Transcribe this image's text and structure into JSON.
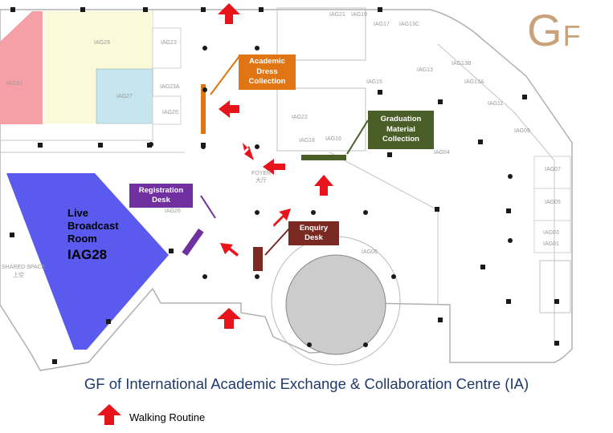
{
  "corner_mark": {
    "big": "G",
    "small": "F"
  },
  "title": "GF of International Academic Exchange & Collaboration Centre (IA)",
  "legend": {
    "label": "Walking Routine",
    "icon": "red-arrow-icon"
  },
  "broadcast_room": {
    "line1": "Live",
    "line2": "Broadcast",
    "line3": "Room",
    "code": "IAG28"
  },
  "callouts": {
    "academic_dress": "Academic\nDress\nCollection",
    "graduation_material": "Graduation\nMaterial\nCollection",
    "registration": "Registration\nDesk",
    "enquiry": "Enquiry\nDesk"
  },
  "colors": {
    "academic_dress": "#e07514",
    "graduation_material": "#4a5e27",
    "registration": "#7030a0",
    "enquiry": "#7a2a22",
    "broadcast_room": "#5a5aef",
    "iag31_room": "#f5a0a6",
    "iag29_room": "#fafad8",
    "iag27_room": "#c6e5ee",
    "walking_arrow": "#e8141c",
    "lobby_circle": "#cccccc",
    "title_text": "#1f3a6b",
    "gf_mark": "#c9a27a"
  },
  "rooms": {
    "iag31": "IAG31",
    "iag29": "IAG29",
    "iag27": "IAG27",
    "iag23": "IAG23",
    "iag23a": "IAG23A",
    "iag25": "IAG25",
    "iag21": "IAG21",
    "iag19": "IAG19",
    "iag17": "IAG17",
    "iag13c": "IAG13C",
    "iag13": "IAG13",
    "iag13b": "IAG13B",
    "iag13a": "IAG13A",
    "iag11": "IAG11",
    "iag09": "IAG09",
    "iag07": "IAG07",
    "iag05": "IAG05",
    "iag03": "IAG03",
    "iag01": "IAG01",
    "iag04": "IAG04",
    "iag06": "IAG06",
    "iag22": "IAG22",
    "iag18": "IAG18",
    "iag16": "IAG16",
    "iag15": "IAG15",
    "iag26": "IAG26",
    "foyer": "FOYER",
    "foyer_cn": "大厅",
    "shared_space": "SHARED SPACE",
    "shared_space_cn": "上空"
  }
}
